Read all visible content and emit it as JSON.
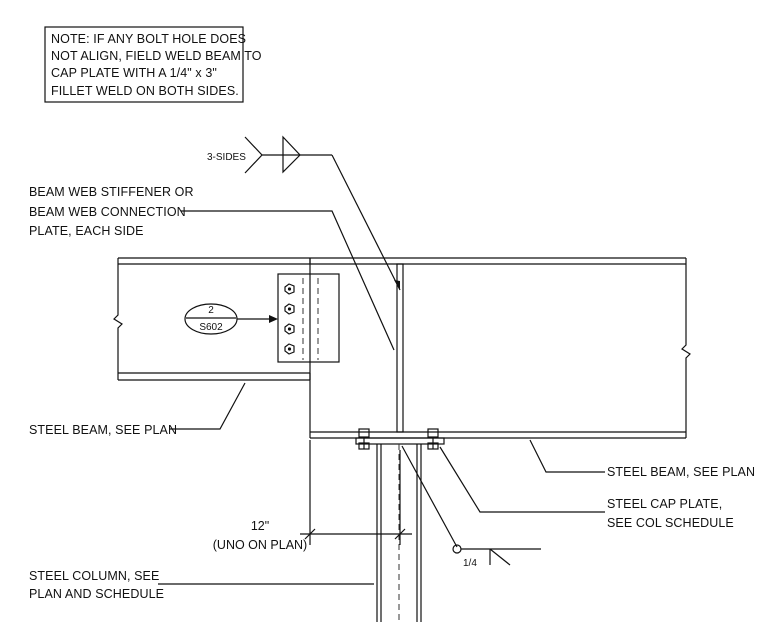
{
  "note": {
    "lines": [
      "NOTE:  IF ANY BOLT HOLE DOES",
      "NOT ALIGN, FIELD WELD BEAM TO",
      "CAP PLATE WITH A 1/4\" x 3\"",
      "FILLET WELD ON BOTH SIDES."
    ]
  },
  "weld_top": {
    "label": "3-SIDES"
  },
  "stiffener_label": {
    "lines": [
      "BEAM WEB STIFFENER OR",
      "BEAM WEB CONNECTION",
      "PLATE, EACH SIDE"
    ]
  },
  "detail_callout": {
    "number": "2",
    "sheet": "S602"
  },
  "left_beam_label": "STEEL BEAM, SEE PLAN",
  "right_beam_label": "STEEL BEAM, SEE PLAN",
  "cap_plate_label": {
    "lines": [
      "STEEL CAP PLATE,",
      "SEE COL SCHEDULE"
    ]
  },
  "dimension": {
    "value": "12\"",
    "note": "(UNO ON PLAN)"
  },
  "weld_bottom": {
    "size": "1/4"
  },
  "column_label": {
    "lines": [
      "STEEL COLUMN, SEE",
      "PLAN AND SCHEDULE"
    ]
  }
}
